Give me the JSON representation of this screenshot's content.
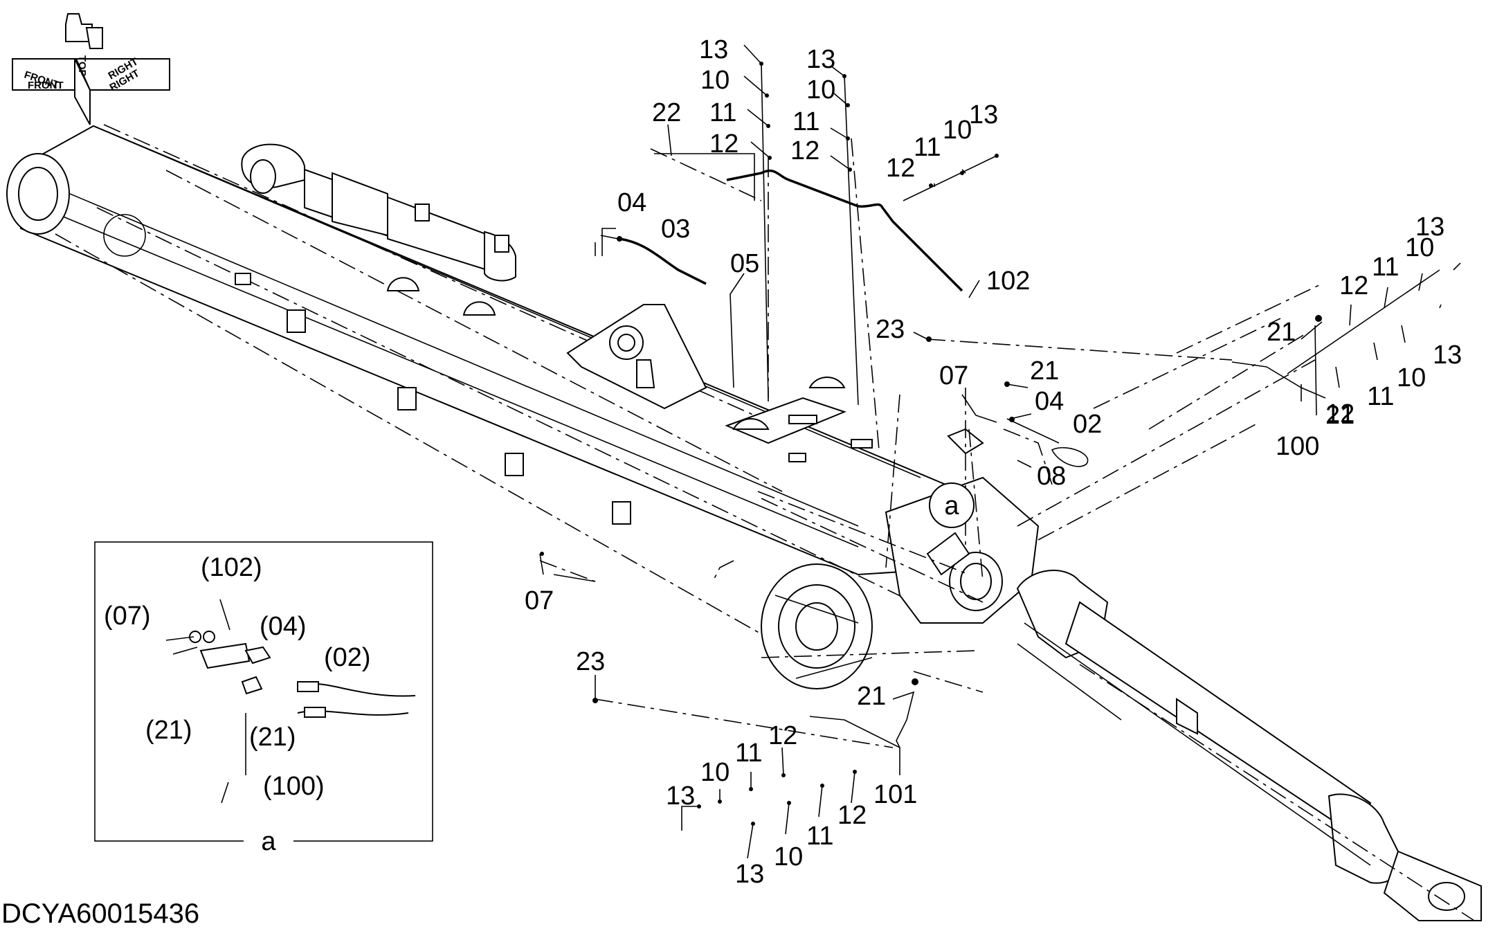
{
  "diagram": {
    "drawing_code": "DCYA60015436",
    "orientation": {
      "top": "TOP",
      "front": "FRONT",
      "right": "RIGHT"
    },
    "detail": {
      "title": "a",
      "labels": [
        "(102)",
        "(07)",
        "(04)",
        "(02)",
        "(21)",
        "(21)",
        "(100)"
      ]
    },
    "callout_marker": "a",
    "labels": [
      "13",
      "10",
      "11",
      "12",
      "13",
      "10",
      "11",
      "12",
      "22",
      "12",
      "11",
      "10",
      "13",
      "04",
      "03",
      "05",
      "102",
      "13",
      "10",
      "11",
      "12",
      "21",
      "23",
      "07",
      "21",
      "04",
      "02",
      "08",
      "21",
      "12",
      "11",
      "10",
      "13",
      "100",
      "07",
      "23",
      "21",
      "13",
      "10",
      "11",
      "12",
      "101",
      "13",
      "10",
      "11",
      "12"
    ]
  }
}
